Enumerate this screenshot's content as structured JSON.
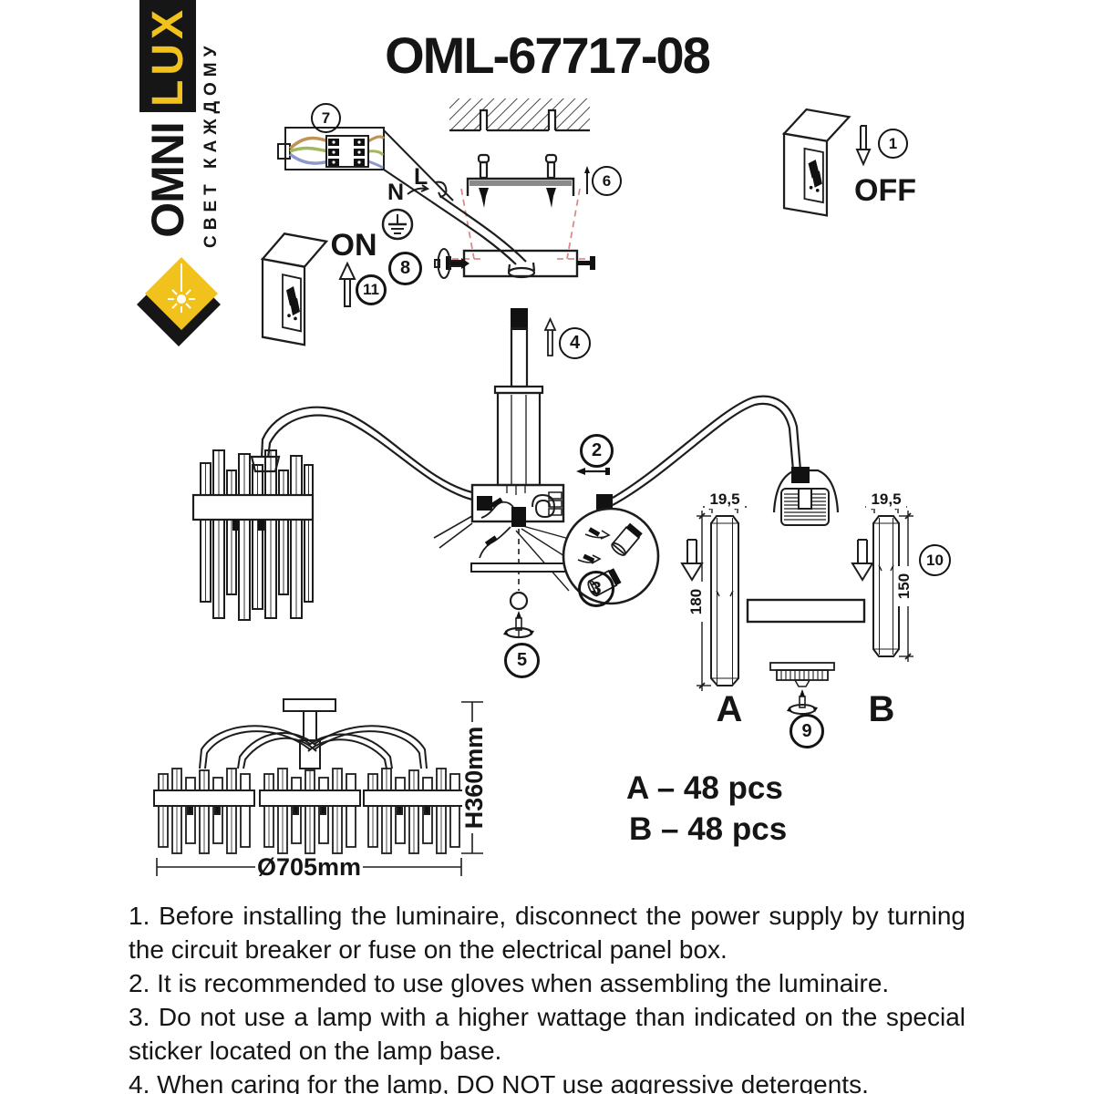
{
  "title": "OML-67717-08",
  "logo": {
    "brand_primary": "OMNI",
    "brand_secondary": "LUX",
    "tagline": "СВЕТ КАЖДОМУ",
    "yellow": "#f1c11c",
    "black": "#161616"
  },
  "switch_labels": {
    "off": "OFF",
    "on": "ON"
  },
  "wiring_labels": {
    "neutral": "N",
    "live": "L"
  },
  "callouts": [
    "1",
    "2",
    "3",
    "4",
    "5",
    "6",
    "7",
    "8",
    "9",
    "10",
    "11"
  ],
  "crystals": {
    "a": {
      "label": "A",
      "width": "19,5",
      "height": "180"
    },
    "b": {
      "label": "B",
      "width": "19,5",
      "height": "150"
    }
  },
  "quantities": {
    "a": "A – 48 pcs",
    "b": "B – 48 pcs"
  },
  "dimensions": {
    "height": "H360mm",
    "diameter": "Ø705mm"
  },
  "instructions": [
    "1. Before installing the luminaire, disconnect the power supply by turning the circuit breaker or fuse on the electrical panel box.",
    "2. It is recommended to use gloves when assembling the luminaire.",
    "3. Do not use a lamp with a higher wattage than indicated on the special sticker located on the lamp base.",
    "4. When caring for the lamp, DO NOT use aggressive detergents."
  ]
}
